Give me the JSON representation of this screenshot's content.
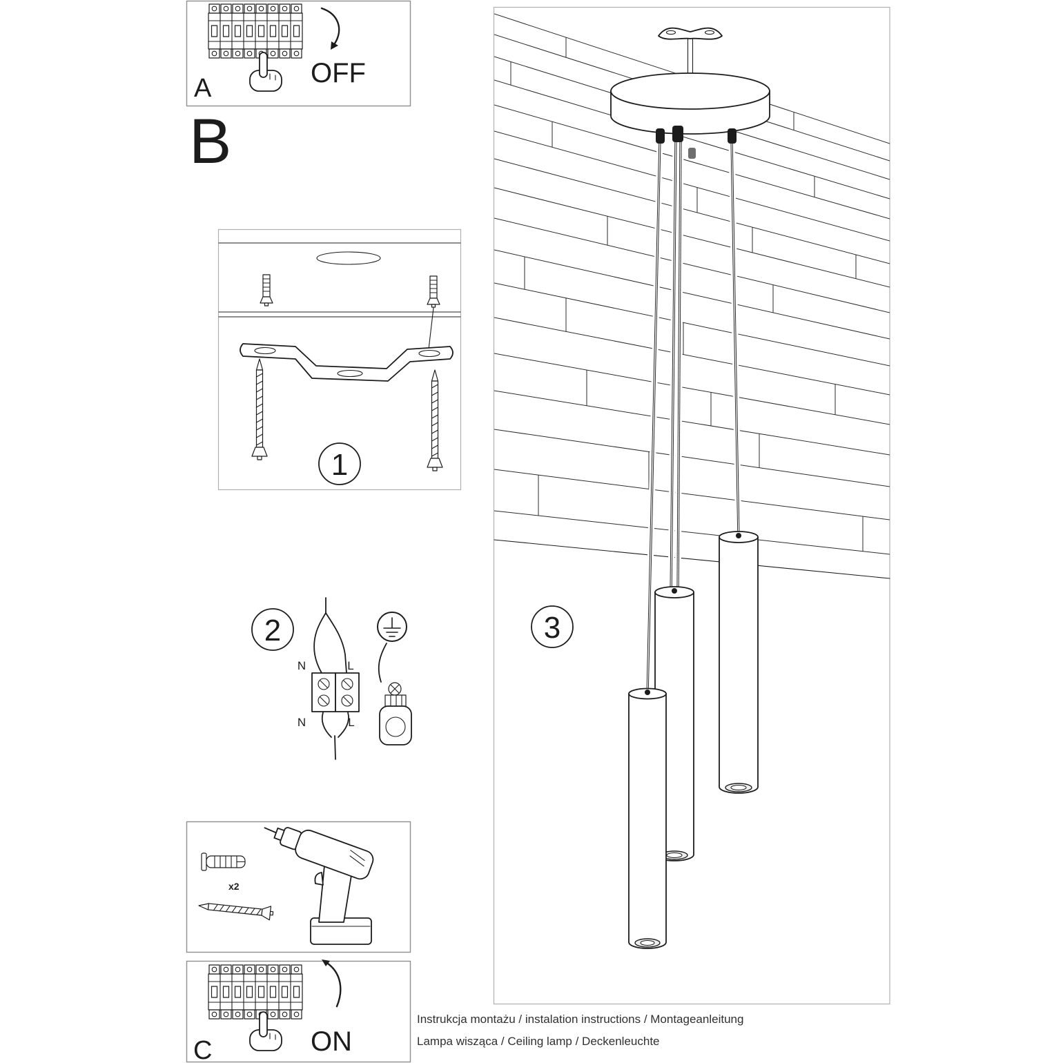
{
  "colors": {
    "ink": "#1c1c1c",
    "panel_border": "#8f8f8f"
  },
  "panel_a": {
    "label": "A",
    "action": "OFF"
  },
  "section_b": {
    "label": "B"
  },
  "steps": {
    "step1": {
      "number": "1"
    },
    "step2": {
      "number": "2",
      "wiring": {
        "top_left": "N",
        "top_right": "L",
        "bottom_left": "N",
        "bottom_right": "L"
      }
    },
    "step3": {
      "number": "3"
    }
  },
  "tools": {
    "anchor_count": "x2"
  },
  "panel_c": {
    "label": "C",
    "action": "ON"
  },
  "footer": {
    "line1": "Instrukcja montażu / instalation instructions / Montageanleitung",
    "line2": "Lampa wisząca / Ceiling lamp / Deckenleuchte"
  }
}
